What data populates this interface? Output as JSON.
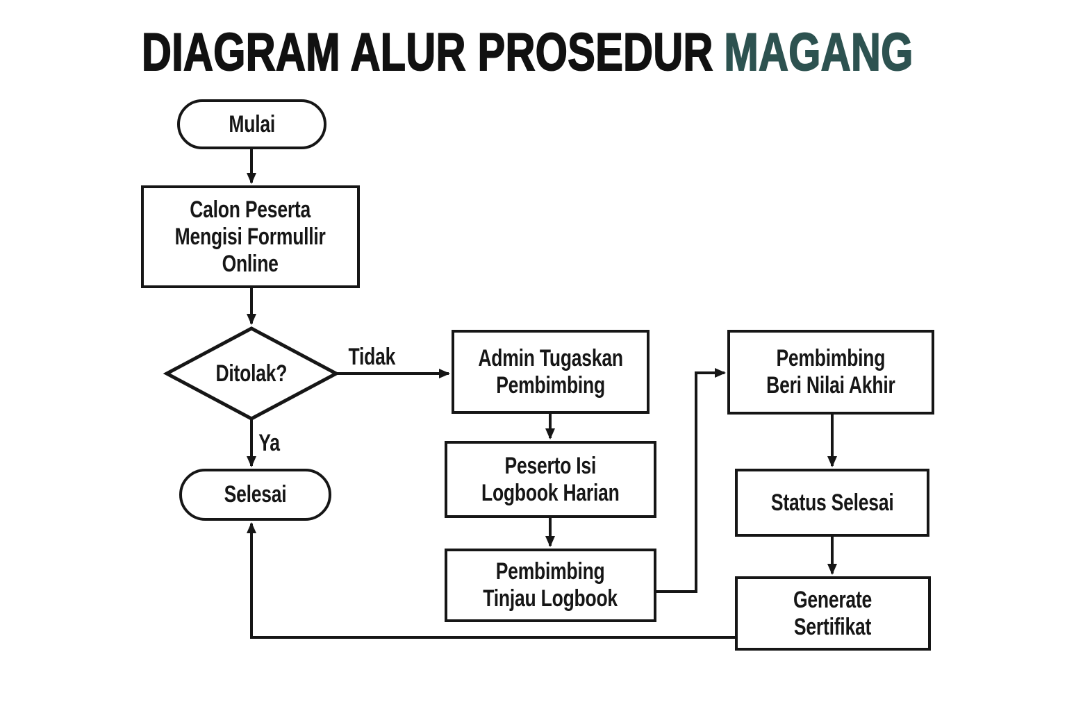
{
  "title": {
    "main": "DIAGRAM ALUR PROSEDUR",
    "accent": "MAGANG"
  },
  "nodes": {
    "start": {
      "label": "Mulai",
      "type": "terminator"
    },
    "fill_form": {
      "label": "Calon Peserta\nMengisi Formullir\nOnline",
      "type": "process"
    },
    "decision": {
      "label": "Ditolak?",
      "type": "decision"
    },
    "end": {
      "label": "Selesai",
      "type": "terminator"
    },
    "assign_mentor": {
      "label": "Admin Tugaskan\nPembimbing",
      "type": "process"
    },
    "fill_logbook": {
      "label": "Peserto Isi\nLogbook Harian",
      "type": "process"
    },
    "review_logbook": {
      "label": "Pembimbing\nTinjau Logbook",
      "type": "process"
    },
    "final_grade": {
      "label": "Pembimbing\nBeri Nilai Akhir",
      "type": "process"
    },
    "status_done": {
      "label": "Status Selesai",
      "type": "process"
    },
    "generate_cert": {
      "label": "Generate\nSertifikat",
      "type": "process"
    }
  },
  "edge_labels": {
    "no": "Tidak",
    "yes": "Ya"
  },
  "colors": {
    "accent": "#2d5250",
    "line": "#161616",
    "background": "#ffffff"
  }
}
